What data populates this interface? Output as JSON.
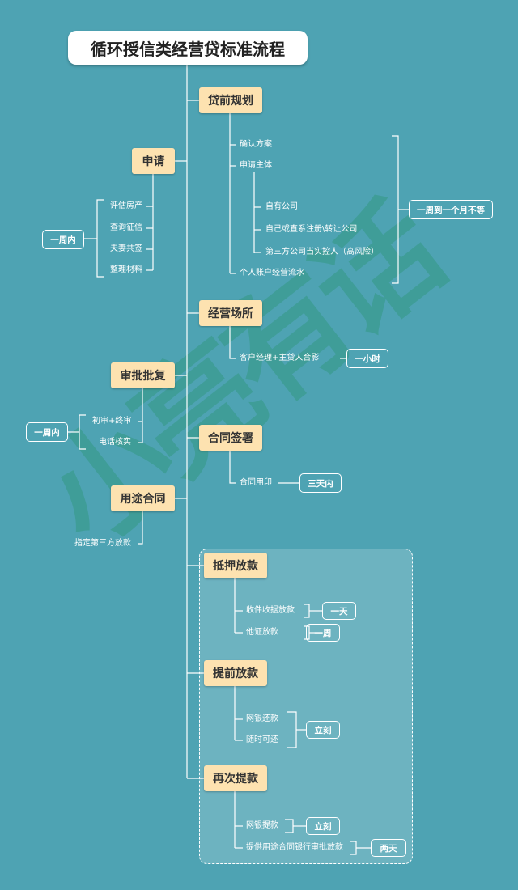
{
  "title": "循环授信类经营贷标准流程",
  "watermark": "小亮有话",
  "colors": {
    "background": "#4ea3b3",
    "node": "#fde2b0",
    "line": "#ffffff"
  },
  "right": {
    "plan": {
      "node": "贷前规划",
      "items": [
        "确认方案",
        "申请主体",
        "自有公司",
        "自己或直系注册\\转让公司",
        "第三方公司当实控人（高风险）",
        "个人账户经营流水"
      ],
      "duration": "一周到一个月不等"
    },
    "site": {
      "node": "经营场所",
      "items": [
        "客户经理+主贷人合影"
      ],
      "duration": "一小时"
    },
    "sign": {
      "node": "合同签署",
      "items": [
        "合同用印"
      ],
      "duration": "三天内"
    },
    "mortgage": {
      "node": "抵押放款",
      "items": [
        "收件收据放款",
        "他证放款"
      ],
      "durations": [
        "一天",
        "一周"
      ]
    },
    "prepay": {
      "node": "提前放款",
      "items": [
        "网银还款",
        "随时可还"
      ],
      "duration": "立刻"
    },
    "redraw": {
      "node": "再次提款",
      "items": [
        "网银提款",
        "提供用途合同银行审批放款"
      ],
      "durations": [
        "立刻",
        "两天"
      ]
    }
  },
  "left": {
    "apply": {
      "node": "申请",
      "items": [
        "评估房产",
        "查询征信",
        "夫妻共签",
        "整理材料"
      ],
      "duration": "一周内"
    },
    "approve": {
      "node": "审批批复",
      "items": [
        "初审+终审",
        "电话核实"
      ],
      "duration": "一周内"
    },
    "usage": {
      "node": "用途合同",
      "items": [
        "指定第三方放款"
      ]
    }
  }
}
